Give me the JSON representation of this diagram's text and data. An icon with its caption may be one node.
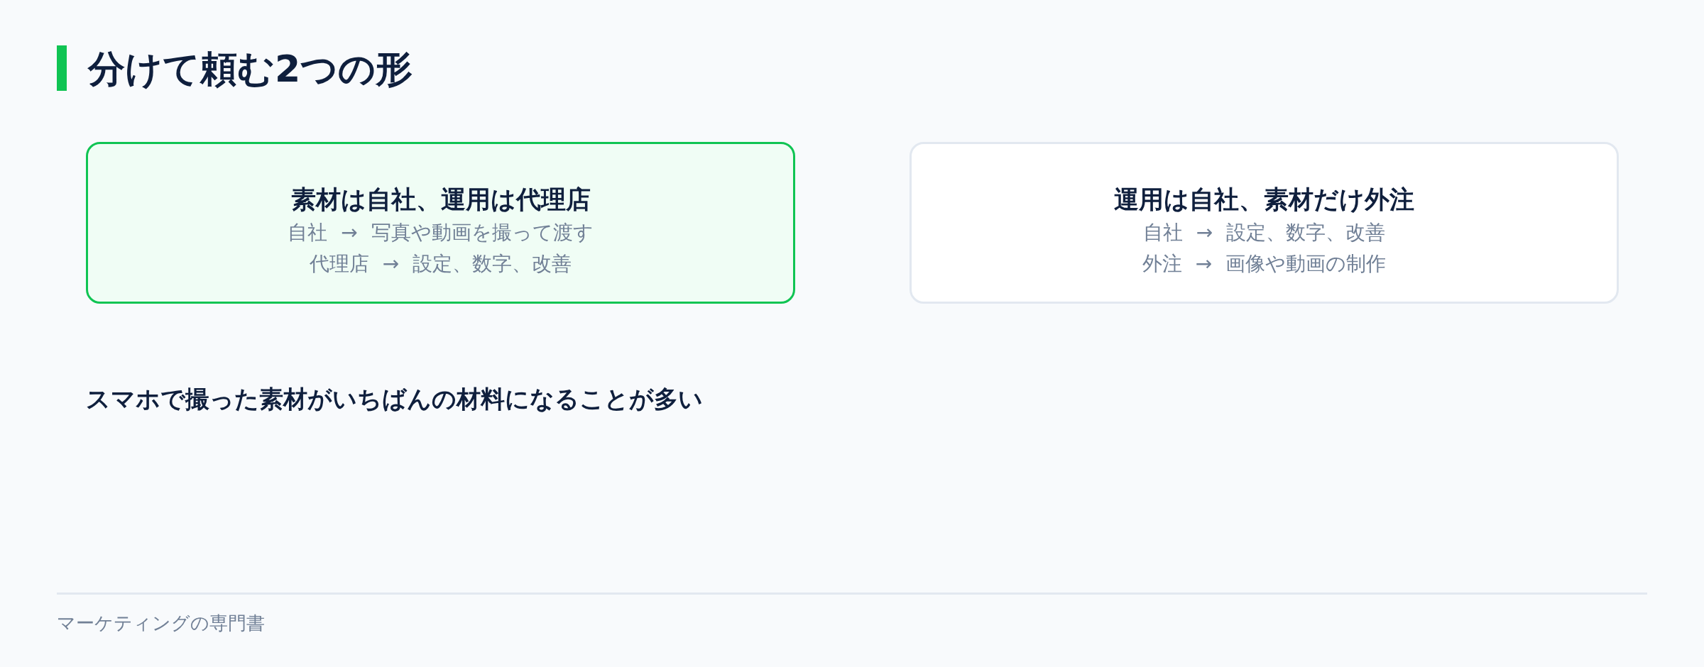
{
  "diagram": {
    "title": "分けて頼む2つの形",
    "nodes": [
      {
        "text": [
          "素材は自社、運用は代理店",
          "自社 → 写真や動画を撮って渡す",
          "代理店 → 設定、数字、改善"
        ]
      },
      {
        "text": [
          "運用は自社、素材だけ外注",
          "自社 → 設定、数字、改善",
          "外注 → 画像や動画の制作"
        ]
      }
    ],
    "labels": [
      "スマホで撮った素材がいちばんの材料になることが多い",
      "マーケティングの専門書"
    ]
  }
}
